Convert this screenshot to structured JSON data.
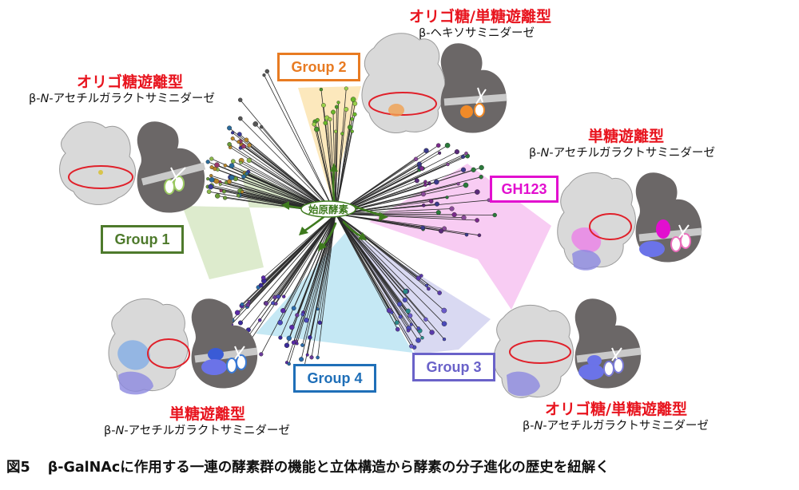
{
  "title": {
    "figure_label": "図5",
    "text": "β-GalNAcに作用する一連の酵素群の機能と立体構造から酵素の分子進化の歴史を紐解く"
  },
  "root_label": "始原酵素",
  "groups": {
    "group1": {
      "label": "Group 1",
      "color": "#4e7a2c"
    },
    "group2": {
      "label": "Group 2",
      "color": "#e87b22"
    },
    "group3": {
      "label": "Group 3",
      "color": "#6a62c9"
    },
    "group4": {
      "label": "Group 4",
      "color": "#1f6fb8"
    },
    "gh123": {
      "label": "GH123",
      "color": "#e20fcf"
    }
  },
  "annotations": {
    "top_left": {
      "type": "オリゴ糖遊離型",
      "enzyme_prefix": "β-",
      "enzyme_italic": "N",
      "enzyme_rest": "-アセチルガラクトサミニダーゼ"
    },
    "top_center": {
      "type": "オリゴ糖/単糖遊離型",
      "enzyme_prefix": "β-ヘキソサミニダーゼ",
      "enzyme_italic": "",
      "enzyme_rest": ""
    },
    "right": {
      "type": "単糖遊離型",
      "enzyme_prefix": "β-",
      "enzyme_italic": "N",
      "enzyme_rest": "-アセチルガラクトサミニダーゼ"
    },
    "bottom_left": {
      "type": "単糖遊離型",
      "enzyme_prefix": "β-",
      "enzyme_italic": "N",
      "enzyme_rest": "-アセチルガラクトサミニダーゼ"
    },
    "bottom_right": {
      "type": "オリゴ糖/単糖遊離型",
      "enzyme_prefix": "β-",
      "enzyme_italic": "N",
      "enzyme_rest": "-アセチルガラクトサミニダーゼ"
    }
  },
  "colors": {
    "title_red": "#e8141e",
    "tree_green": "#3e7a1e",
    "highlight_ellipse": "#e0202a",
    "pacman_gray": "#6b6767"
  }
}
